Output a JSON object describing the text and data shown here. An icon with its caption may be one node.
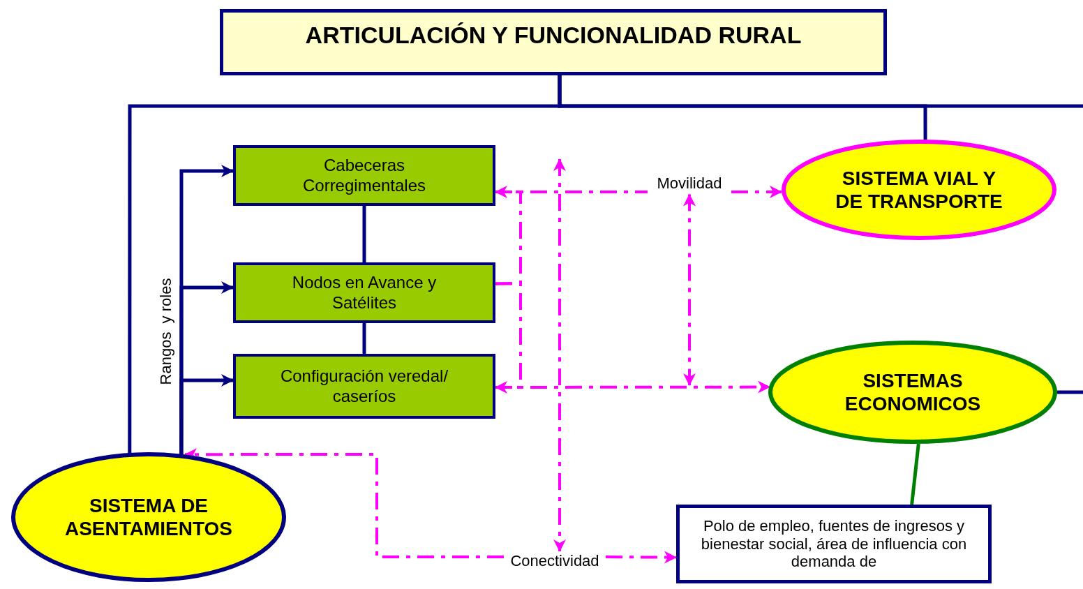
{
  "diagram": {
    "nodes": [
      {
        "text": [
          "ARTICULACIÓN Y FUNCIONALIDAD RURAL"
        ]
      },
      {
        "text": [
          "Cabeceras Corregimentales"
        ]
      },
      {
        "text": [
          "Nodos en Avance y Satélites"
        ]
      },
      {
        "text": [
          "Configuración veredal/ caseríos"
        ]
      },
      {
        "text": [
          "SISTEMA VIAL Y DE TRANSPORTE"
        ]
      },
      {
        "text": [
          "SISTEMAS ECONOMICOS"
        ]
      },
      {
        "text": [
          "SISTEMA DE ASENTAMIENTOS"
        ]
      },
      {
        "text": [
          "Polo de empleo, fuentes de ingresos y bienestar social, área de influencia con demanda de"
        ]
      },
      {
        "text": [
          "Conectividad"
        ]
      },
      {
        "text": [
          "Movilidad"
        ]
      }
    ],
    "edges": [
      {
        "from": 0,
        "to": 6,
        "arrow": "none",
        "color": "#000080"
      },
      {
        "from": 0,
        "to": 4,
        "arrow": "none",
        "color": "#000080"
      },
      {
        "from": 0,
        "to": 5,
        "arrow": "none",
        "color": "#000080"
      },
      {
        "from": 6,
        "to": 1,
        "arrow": "to",
        "color": "#000080"
      },
      {
        "from": 6,
        "to": 2,
        "arrow": "to",
        "color": "#000080"
      },
      {
        "from": 6,
        "to": 3,
        "arrow": "to",
        "color": "#000080"
      },
      {
        "from": 1,
        "to": 2,
        "arrow": "none",
        "color": "#000080"
      },
      {
        "from": 2,
        "to": 3,
        "arrow": "none",
        "color": "#000080"
      },
      {
        "from": 1,
        "to": 9,
        "arrow": "none",
        "style": "dashed"
      },
      {
        "from": 9,
        "to": 4,
        "arrow": "to",
        "style": "dashed"
      },
      {
        "from": 2,
        "to": 1,
        "arrow": "to",
        "style": "dashed"
      },
      {
        "from": 2,
        "to": 3,
        "arrow": "to",
        "style": "dashed"
      },
      {
        "from": 3,
        "to": 5,
        "arrow": "to",
        "style": "dashed"
      },
      {
        "from": 9,
        "to": null,
        "arrow": "both",
        "style": "dashed"
      },
      {
        "from": null,
        "to": 8,
        "arrow": "both",
        "style": "dashed"
      },
      {
        "from": 8,
        "to": 6,
        "arrow": "to",
        "style": "dashed"
      },
      {
        "from": 8,
        "to": 7,
        "arrow": "to",
        "style": "dashed"
      },
      {
        "from": 5,
        "to": 7,
        "arrow": "none",
        "color": "#008000"
      }
    ],
    "labels": [
      "Rangos  y roles"
    ]
  }
}
